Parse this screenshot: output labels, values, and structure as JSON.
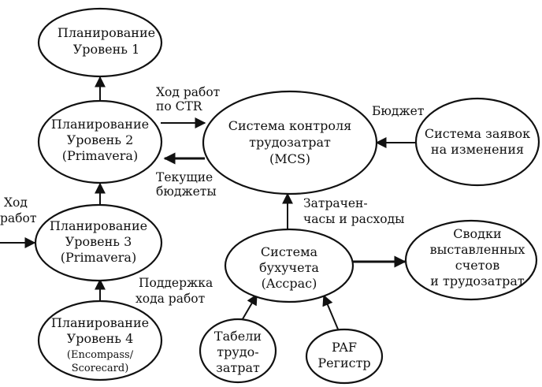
{
  "nodes": {
    "plan1": {
      "lines": [
        "Планирование",
        "Уровень 1"
      ]
    },
    "plan2": {
      "lines": [
        "Планирование",
        "Уровень 2",
        "(Primavera)"
      ]
    },
    "plan3": {
      "lines": [
        "Планирование",
        "Уровень 3",
        "(Primavera)"
      ]
    },
    "plan4": {
      "lines": [
        "Планирование",
        "Уровень 4",
        "(Encompass/",
        "Scorecard)"
      ]
    },
    "mcs": {
      "lines": [
        "Система контроля",
        "трудозатрат",
        "(MCS)"
      ]
    },
    "change": {
      "lines": [
        "Система заявок",
        "на изменения"
      ]
    },
    "acc": {
      "lines": [
        "Система",
        "бухучета",
        "(Accpac)"
      ]
    },
    "summary": {
      "lines": [
        "Сводки",
        "выставленных",
        "счетов",
        "и трудозатрат"
      ]
    },
    "timesheets": {
      "lines": [
        "Табели",
        "трудо-",
        "затрат"
      ]
    },
    "paf": {
      "lines": [
        "PAF",
        "Регистр"
      ]
    }
  },
  "labels": {
    "progress_ctr": [
      "Ход работ",
      "по CTR"
    ],
    "current_budgets": [
      "Текущие",
      "бюджеты"
    ],
    "budget": [
      "Бюджет"
    ],
    "hours_costs": [
      "Затрачен-",
      "часы и расходы"
    ],
    "progress_support": [
      "Поддержка",
      "хода работ"
    ],
    "progress_in": [
      "Ход",
      "работ"
    ]
  }
}
